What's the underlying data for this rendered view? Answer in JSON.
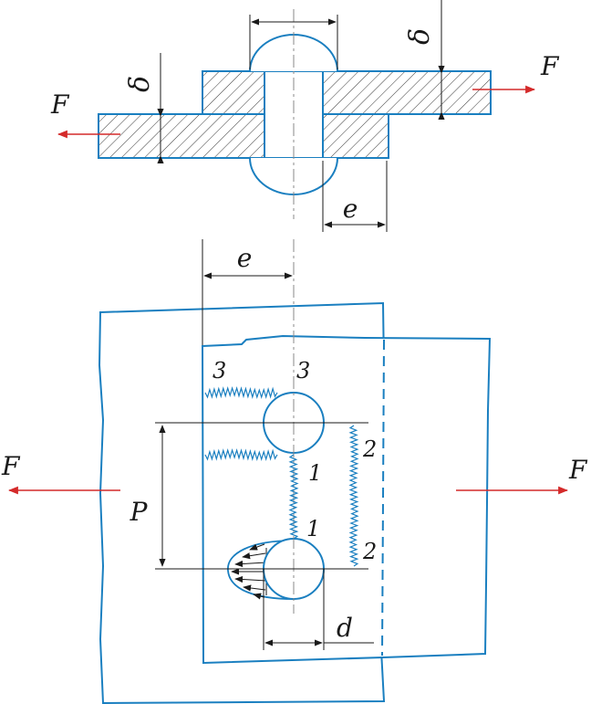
{
  "labels": {
    "force": "F",
    "thickness": "δ",
    "edge_distance": "e",
    "pitch": "P",
    "diameter": "d",
    "fracture_1": "1",
    "fracture_2": "2",
    "fracture_3": "3"
  },
  "colors": {
    "outline": "#1a7fc0",
    "force_arrow": "#d42a2a",
    "dimension": "#1a1a1a",
    "hatch": "#3a3a3a"
  }
}
